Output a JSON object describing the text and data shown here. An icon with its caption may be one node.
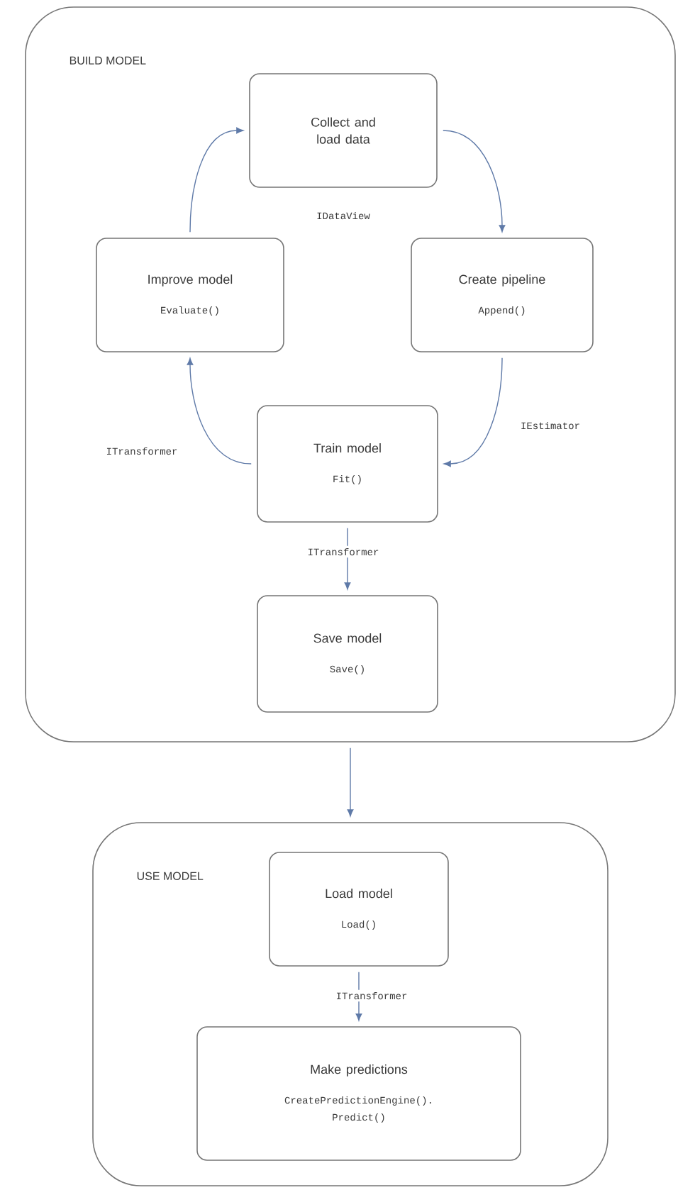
{
  "diagram": {
    "nodes": [
      {
        "text": [
          "BUILD MODEL"
        ]
      },
      {
        "text": [
          "Collect and load data"
        ],
        "in": 0,
        "beside": [
          "IDataView"
        ]
      },
      {
        "text": [
          "Improve model",
          "Evaluate()"
        ],
        "in": 0
      },
      {
        "text": [
          "Create pipeline",
          "Append()"
        ],
        "in": 0
      },
      {
        "text": [
          "Train model",
          "Fit()"
        ],
        "in": 0
      },
      {
        "text": [
          "Save model",
          "Save()"
        ],
        "in": 0
      },
      {
        "text": [
          "USE MODEL"
        ]
      },
      {
        "text": [
          "Load model",
          "Load()"
        ],
        "in": 6
      },
      {
        "text": [
          "Make predictions",
          "CreatePredictionEngine(). Predict()"
        ],
        "in": 6
      }
    ],
    "edges": [
      {
        "from": 1,
        "to": 3,
        "arrow": "to"
      },
      {
        "from": 3,
        "to": 4,
        "arrow": "to",
        "label": "IEstimator"
      },
      {
        "from": 4,
        "to": 2,
        "arrow": "to",
        "label": "ITransformer"
      },
      {
        "from": 2,
        "to": 1,
        "arrow": "to"
      },
      {
        "from": 4,
        "to": 5,
        "arrow": "to",
        "label": "ITransformer"
      },
      {
        "from": 0,
        "to": 6,
        "arrow": "to"
      },
      {
        "from": 7,
        "to": 8,
        "arrow": "to",
        "label": "ITransformer"
      }
    ]
  }
}
